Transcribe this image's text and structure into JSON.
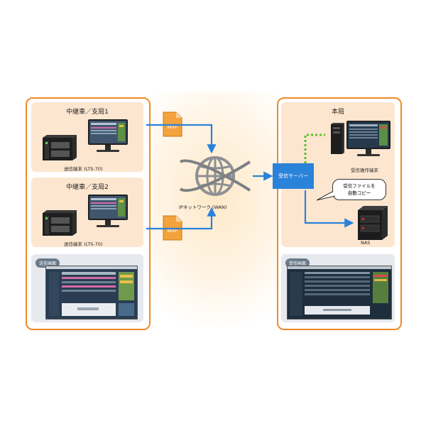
{
  "left_panel": {
    "relay1": {
      "title": "中継車／支局1",
      "caption": "送信端末 (LTS-70)"
    },
    "relay2": {
      "title": "中継車／支局2",
      "caption": "送信端末 (LTS-70)"
    },
    "screen_tag": "送信画面"
  },
  "file_label": "MXF",
  "network": {
    "label": "IPネットワーク (WAN)"
  },
  "receive_server": {
    "label": "受信サーバー"
  },
  "right_panel": {
    "title": "本局",
    "terminal_caption": "受信操作端末",
    "bubble_text_line1": "受信ファイルを",
    "bubble_text_line2": "自動コピー",
    "nas_caption": "NAS",
    "screen_tag": "受信画面"
  },
  "colors": {
    "panel_border": "#f08a24",
    "box_fill": "#fde6cf",
    "arrow": "#2b82d9",
    "server_fill": "#2b82d9",
    "dotted_link": "#5cbf2a"
  }
}
